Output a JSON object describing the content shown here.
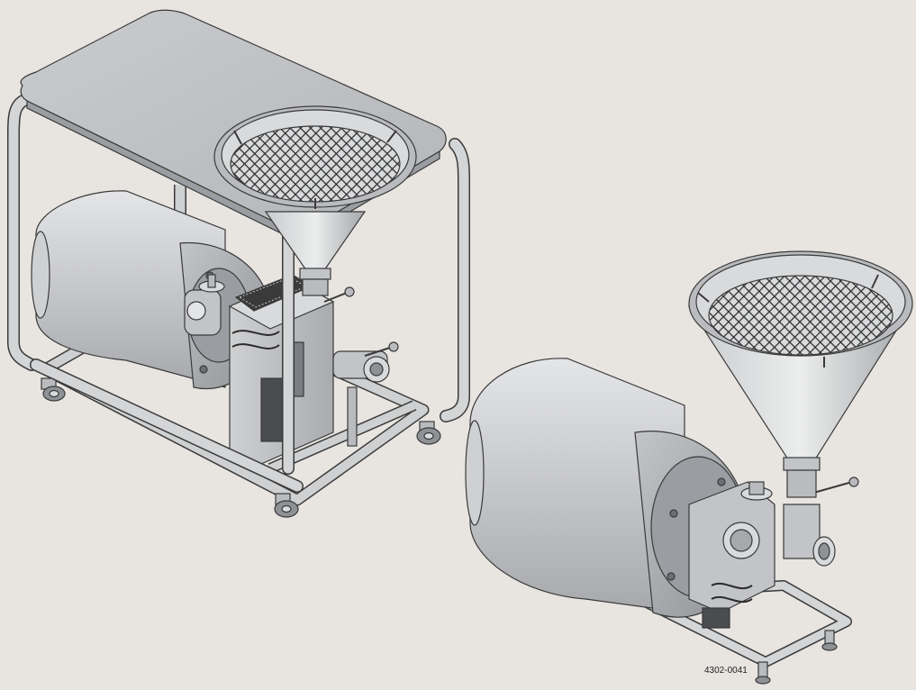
{
  "drawing_number": "4302-0041",
  "colors": {
    "background": "#e8e5e0",
    "steel_light": "#d9dadc",
    "steel_mid": "#b9bbbe",
    "steel_dark": "#8e9195",
    "outline": "#3a3a3a",
    "mesh": "#2b2b2b"
  },
  "figures": [
    {
      "label": "",
      "kind": "mixer-unit-on-trolley-with-table-hopper"
    },
    {
      "label": "",
      "kind": "mixer-unit-on-base-frame-with-cone-hopper"
    }
  ]
}
